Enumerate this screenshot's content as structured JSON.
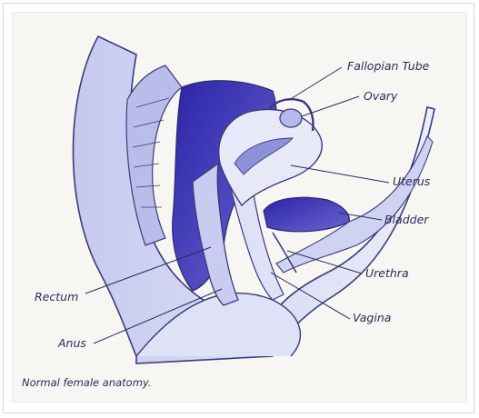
{
  "labels": {
    "fallopian_tube": "Fallopian Tube",
    "ovary": "Ovary",
    "uterus": "Uterus",
    "bladder": "Bladder",
    "urethra": "Urethra",
    "vagina": "Vagina",
    "rectum": "Rectum",
    "anus": "Anus"
  },
  "caption": "Normal female anatomy.",
  "colors": {
    "ink": "#2b2b5e",
    "tissue_light": "#d9dcf2",
    "tissue_mid": "#9a9fdc",
    "tissue_dark": "#3a33b8",
    "background": "#f7f6f2"
  }
}
